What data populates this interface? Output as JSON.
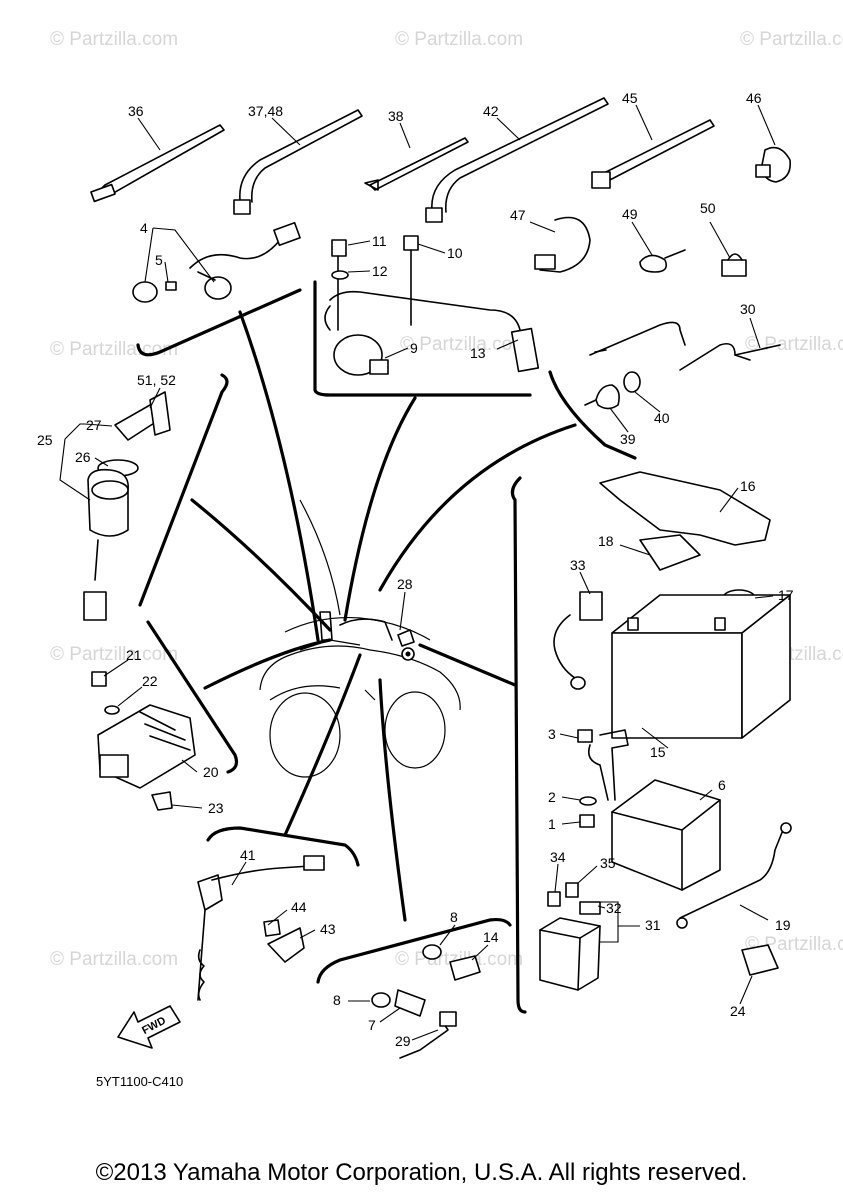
{
  "watermark": {
    "text": "© Partzilla.com"
  },
  "diagram_code": "5YT1100-C410",
  "fwd_label": "FWD",
  "copyright": "©2013 Yamaha Motor Corporation, U.S.A. All rights reserved.",
  "callouts": [
    "36",
    "37,48",
    "38",
    "42",
    "45",
    "46",
    "4",
    "5",
    "11",
    "12",
    "10",
    "9",
    "13",
    "47",
    "49",
    "50",
    "30",
    "39",
    "40",
    "51, 52",
    "27",
    "25",
    "26",
    "16",
    "18",
    "17",
    "33",
    "28",
    "21",
    "22",
    "20",
    "23",
    "15",
    "3",
    "2",
    "1",
    "6",
    "41",
    "44",
    "43",
    "34",
    "35",
    "32",
    "31",
    "19",
    "8",
    "14",
    "7",
    "29",
    "24"
  ]
}
